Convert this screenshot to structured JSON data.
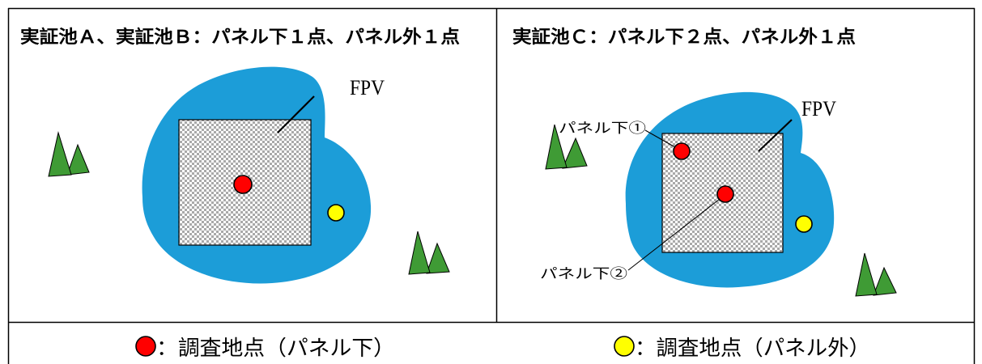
{
  "panels": [
    {
      "title": "実証池Ａ、実証池Ｂ：パネル下１点、パネル外１点",
      "fpv_label": "FPV"
    },
    {
      "title": "実証池Ｃ：パネル下２点、パネル外１点",
      "fpv_label": "FPV",
      "point_labels": [
        "パネル下①",
        "パネル下②"
      ]
    }
  ],
  "legend": [
    {
      "marker": "red-circle-icon",
      "label": "：調査地点（パネル下）"
    },
    {
      "marker": "yellow-circle-icon",
      "label": "：調査地点（パネル外）"
    }
  ],
  "colors": {
    "pond": "#1c9dd8",
    "fpv_panel": "#a9a9a9",
    "vegetation": "#3f9b35",
    "under_panel_point": "#ff0000",
    "outside_panel_point": "#ffff00"
  }
}
